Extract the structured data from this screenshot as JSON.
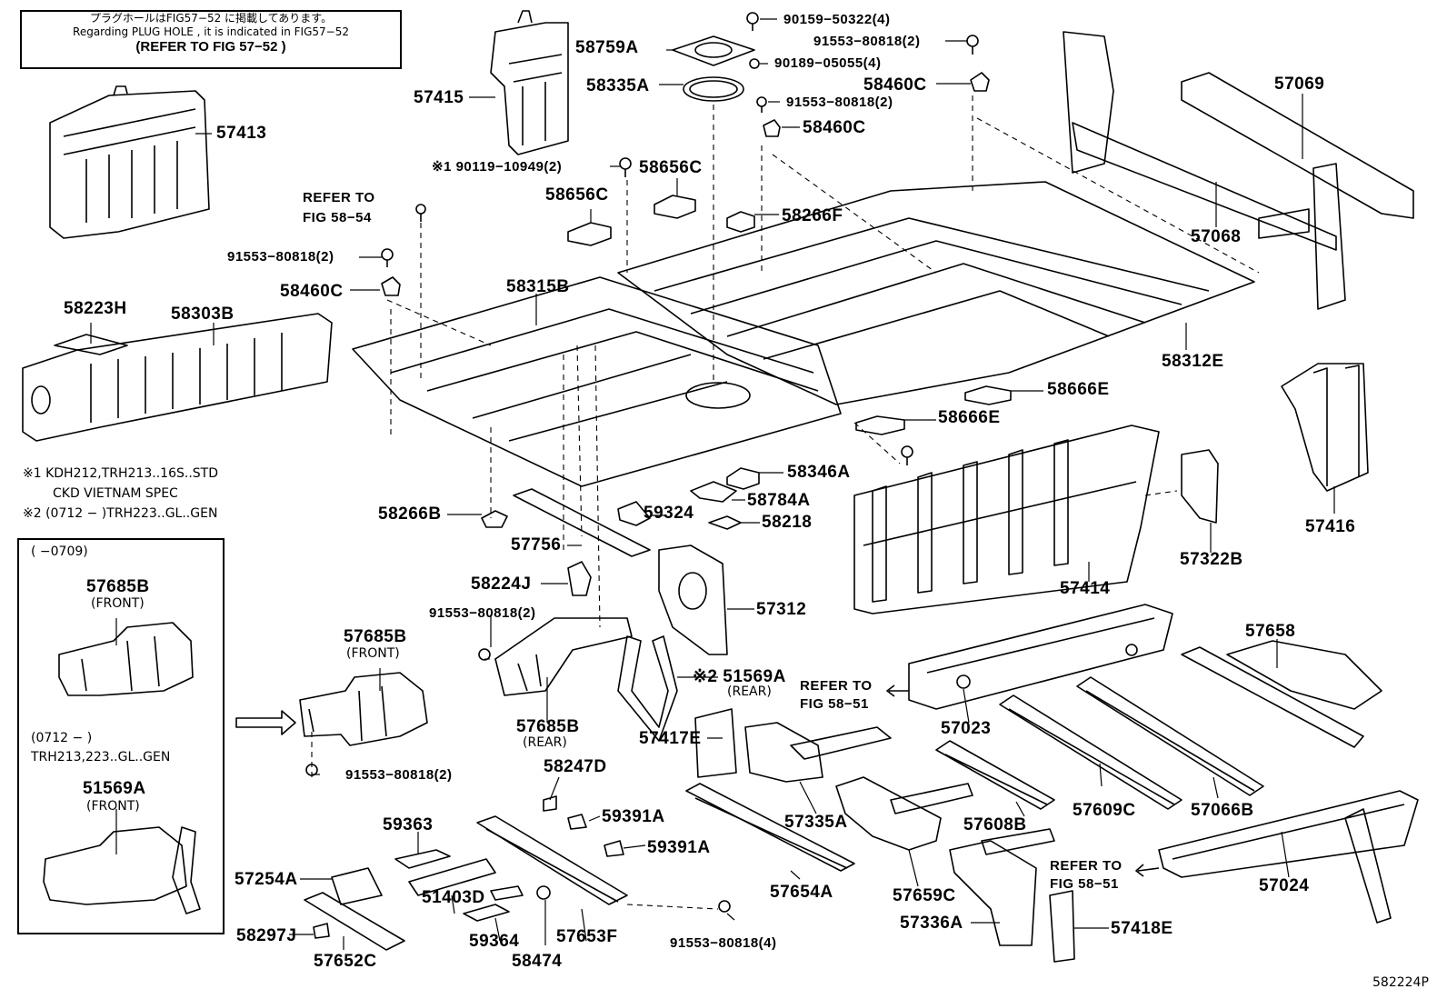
{
  "header_note": {
    "jp": "プラグホールはFIG57−52 に掲載してあります。",
    "en": "Regarding PLUG HOLE , it is indicated in FIG57−52",
    "ref": "(REFER TO FIG 57−52 )"
  },
  "remarks": [
    "※1 KDH212,TRH213..16S..STD",
    "CKD VIETNAM SPEC",
    "※2 (0712 −        )TRH223..GL..GEN"
  ],
  "inset": {
    "range1": "(        −0709)",
    "part1": "57685B",
    "part1_sub": "(FRONT)",
    "range2": "(0712 −        )",
    "range2_models": "TRH213,223..GL..GEN",
    "part2": "51569A",
    "part2_sub": "(FRONT)"
  },
  "labels": {
    "p58759A": "58759A",
    "p90159": "90159−50322(4)",
    "p91553_top": "91553−80818(2)",
    "p90189": "90189−05055(4)",
    "p58335A": "58335A",
    "p58460C_a": "58460C",
    "p91553_mid": "91553−80818(2)",
    "p58460C_b": "58460C",
    "p57415": "57415",
    "p57413": "57413",
    "p90119": "※1 90119−10949(2)",
    "p58656C_a": "58656C",
    "p58656C_b": "58656C",
    "p58266F": "58266F",
    "refer_58_54_a": "REFER TO",
    "refer_58_54_b": "FIG 58−54",
    "p91553_left": "91553−80818(2)",
    "p58460C_c": "58460C",
    "p58223H": "58223H",
    "p58303B": "58303B",
    "p58315B": "58315B",
    "p57069": "57069",
    "p57068": "57068",
    "p58312E": "58312E",
    "p58666E_a": "58666E",
    "p58666E_b": "58666E",
    "p58346A": "58346A",
    "p58784A": "58784A",
    "p58218": "58218",
    "p59324": "59324",
    "p58266B": "58266B",
    "p57756": "57756",
    "p57416": "57416",
    "p57322B": "57322B",
    "p57414": "57414",
    "p58224J": "58224J",
    "p57312": "57312",
    "p91553_b": "91553−80818(2)",
    "p51569A": "※2 51569A",
    "p51569A_sub": "(REAR)",
    "refer_58_51_a1": "REFER TO",
    "refer_58_51_a2": "FIG 58−51",
    "p57023": "57023",
    "p57658": "57658",
    "p57685B": "57685B",
    "p57685B_sub": "(FRONT)",
    "p57685B_rear": "57685B",
    "p57685B_rear_sub": "(REAR)",
    "p57417E": "57417E",
    "p58247D": "58247D",
    "p91553_c": "91553−80818(2)",
    "p59391A_a": "59391A",
    "p59391A_b": "59391A",
    "p59363": "59363",
    "p57254A": "57254A",
    "p51403D": "51403D",
    "p59364": "59364",
    "p57653F": "57653F",
    "p58474": "58474",
    "p58297J": "58297J",
    "p57652C": "57652C",
    "p91553_d": "91553−80818(4)",
    "p57335A": "57335A",
    "p57654A": "57654A",
    "p57659C": "57659C",
    "p57336A": "57336A",
    "p57608B": "57608B",
    "p57609C": "57609C",
    "p57066B": "57066B",
    "refer_58_51_b1": "REFER TO",
    "refer_58_51_b2": "FIG 58−51",
    "p57024": "57024",
    "p57418E": "57418E",
    "figure_code": "582224P"
  }
}
